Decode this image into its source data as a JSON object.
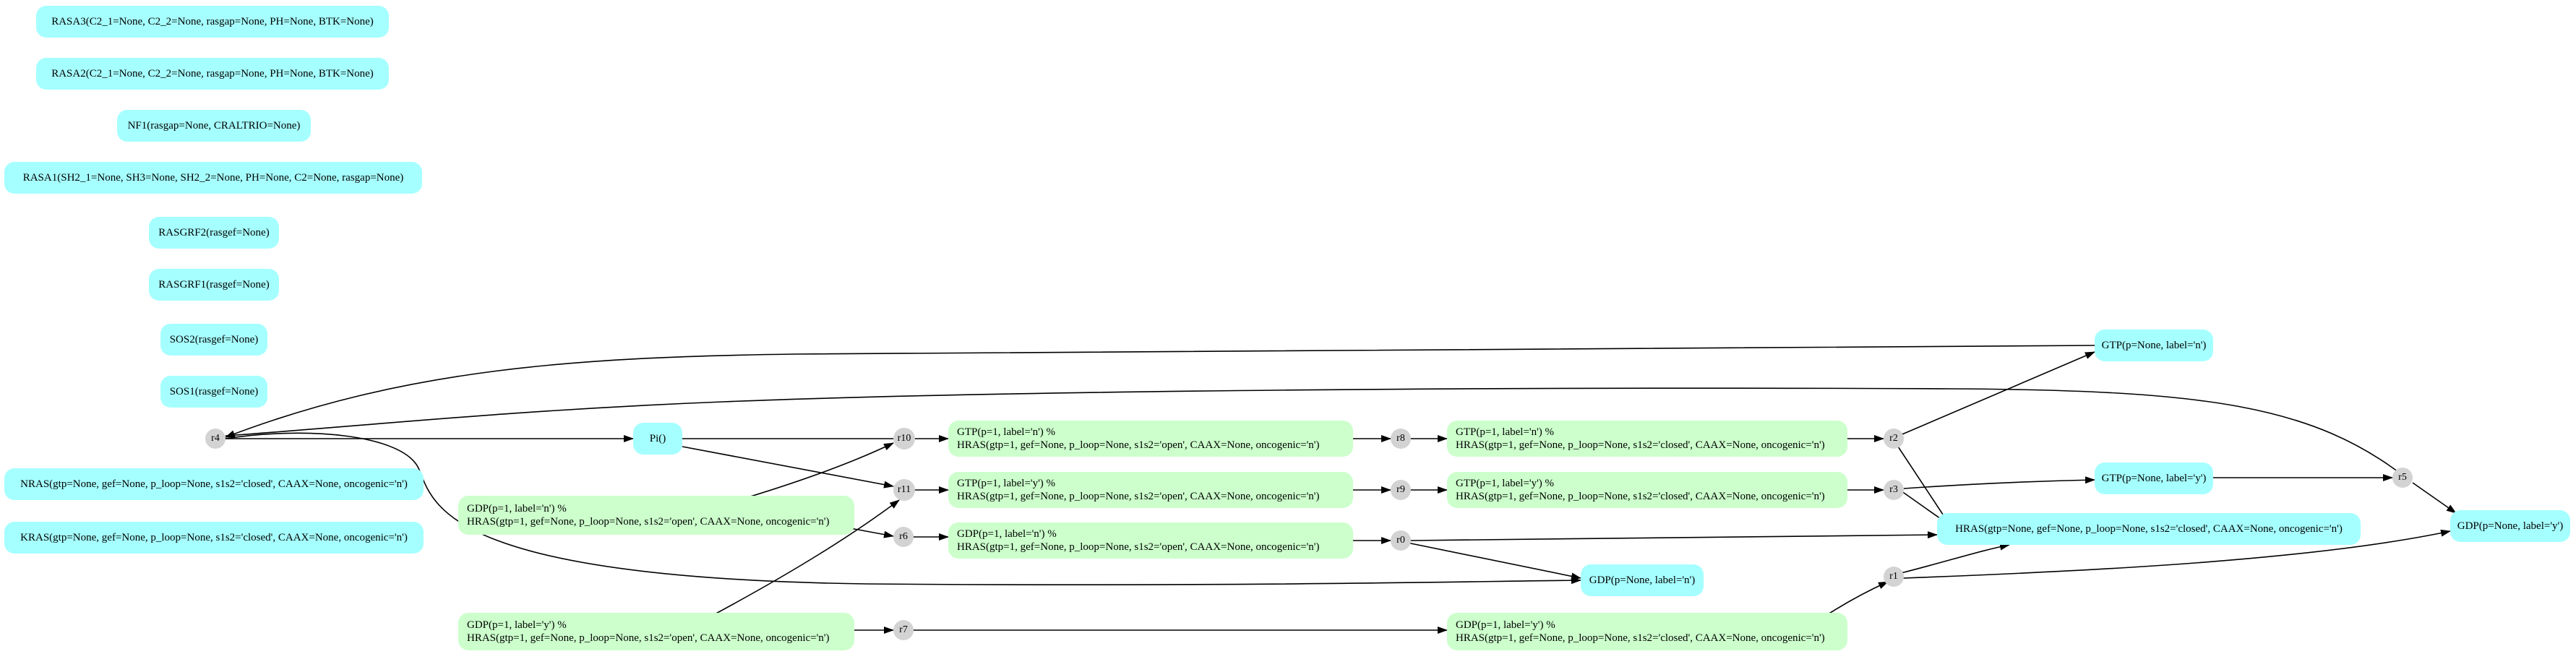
{
  "colors": {
    "species_fill": "#a6ffff",
    "complex_fill": "#ccffcc",
    "reaction_fill": "#d3d3d3",
    "edge_stroke": "#000000",
    "background": "#ffffff"
  },
  "nodes": {
    "rasa3": {
      "kind": "species",
      "label": "RASA3(C2_1=None, C2_2=None, rasgap=None, PH=None, BTK=None)"
    },
    "rasa2": {
      "kind": "species",
      "label": "RASA2(C2_1=None, C2_2=None, rasgap=None, PH=None, BTK=None)"
    },
    "nf1": {
      "kind": "species",
      "label": "NF1(rasgap=None, CRALTRIO=None)"
    },
    "rasa1": {
      "kind": "species",
      "label": "RASA1(SH2_1=None, SH3=None, SH2_2=None, PH=None, C2=None, rasgap=None)"
    },
    "rasgrf2": {
      "kind": "species",
      "label": "RASGRF2(rasgef=None)"
    },
    "rasgrf1": {
      "kind": "species",
      "label": "RASGRF1(rasgef=None)"
    },
    "sos2": {
      "kind": "species",
      "label": "SOS2(rasgef=None)"
    },
    "sos1": {
      "kind": "species",
      "label": "SOS1(rasgef=None)"
    },
    "nras": {
      "kind": "species",
      "label": "NRAS(gtp=None, gef=None, p_loop=None, s1s2='closed', CAAX=None, oncogenic='n')"
    },
    "kras": {
      "kind": "species",
      "label": "KRAS(gtp=None, gef=None, p_loop=None, s1s2='closed', CAAX=None, oncogenic='n')"
    },
    "pi": {
      "kind": "species",
      "label": "Pi()"
    },
    "gtp_n": {
      "kind": "species",
      "label": "GTP(p=None, label='n')"
    },
    "gtp_y": {
      "kind": "species",
      "label": "GTP(p=None, label='y')"
    },
    "hras": {
      "kind": "species",
      "label": "HRAS(gtp=None, gef=None, p_loop=None, s1s2='closed', CAAX=None, oncogenic='n')"
    },
    "gdp_y": {
      "kind": "species",
      "label": "GDP(p=None, label='y')"
    },
    "gdp_n": {
      "kind": "species",
      "label": "GDP(p=None, label='n')"
    },
    "c_gdp_n_open": {
      "kind": "complex",
      "line1": "GDP(p=1, label='n') %",
      "line2": "HRAS(gtp=1, gef=None, p_loop=None, s1s2='open', CAAX=None, oncogenic='n')"
    },
    "c_gdp_y_open": {
      "kind": "complex",
      "line1": "GDP(p=1, label='y') %",
      "line2": "HRAS(gtp=1, gef=None, p_loop=None, s1s2='open', CAAX=None, oncogenic='n')"
    },
    "c_gtp_n_open": {
      "kind": "complex",
      "line1": "GTP(p=1, label='n') %",
      "line2": "HRAS(gtp=1, gef=None, p_loop=None, s1s2='open', CAAX=None, oncogenic='n')"
    },
    "c_gtp_y_open": {
      "kind": "complex",
      "line1": "GTP(p=1, label='y') %",
      "line2": "HRAS(gtp=1, gef=None, p_loop=None, s1s2='open', CAAX=None, oncogenic='n')"
    },
    "c_gdp_n_open_r6": {
      "kind": "complex",
      "line1": "GDP(p=1, label='n') %",
      "line2": "HRAS(gtp=1, gef=None, p_loop=None, s1s2='open', CAAX=None, oncogenic='n')"
    },
    "c_gtp_n_closed": {
      "kind": "complex",
      "line1": "GTP(p=1, label='n') %",
      "line2": "HRAS(gtp=1, gef=None, p_loop=None, s1s2='closed', CAAX=None, oncogenic='n')"
    },
    "c_gtp_y_closed": {
      "kind": "complex",
      "line1": "GTP(p=1, label='y') %",
      "line2": "HRAS(gtp=1, gef=None, p_loop=None, s1s2='closed', CAAX=None, oncogenic='n')"
    },
    "c_gdp_y_closed": {
      "kind": "complex",
      "line1": "GDP(p=1, label='y') %",
      "line2": "HRAS(gtp=1, gef=None, p_loop=None, s1s2='closed', CAAX=None, oncogenic='n')"
    },
    "r4": {
      "kind": "reaction",
      "label": "r4"
    },
    "r10": {
      "kind": "reaction",
      "label": "r10"
    },
    "r11": {
      "kind": "reaction",
      "label": "r11"
    },
    "r6": {
      "kind": "reaction",
      "label": "r6"
    },
    "r7": {
      "kind": "reaction",
      "label": "r7"
    },
    "r8": {
      "kind": "reaction",
      "label": "r8"
    },
    "r9": {
      "kind": "reaction",
      "label": "r9"
    },
    "r0": {
      "kind": "reaction",
      "label": "r0"
    },
    "r2": {
      "kind": "reaction",
      "label": "r2"
    },
    "r3": {
      "kind": "reaction",
      "label": "r3"
    },
    "r1": {
      "kind": "reaction",
      "label": "r1"
    },
    "r5": {
      "kind": "reaction",
      "label": "r5"
    }
  }
}
